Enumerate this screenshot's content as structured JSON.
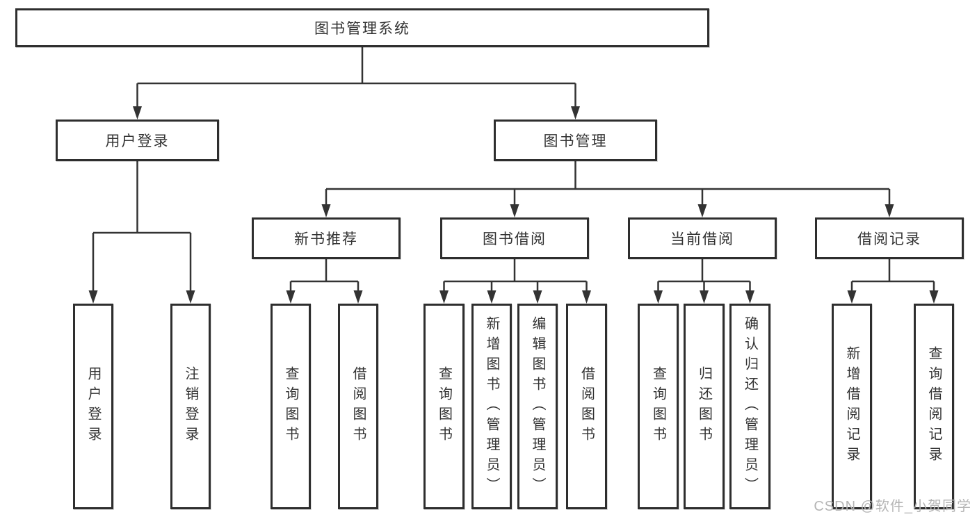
{
  "diagram": {
    "root": {
      "label": "图书管理系统"
    },
    "branches": [
      {
        "label": "用户登录",
        "children": [
          {
            "label": "用户登录"
          },
          {
            "label": "注销登录"
          }
        ]
      },
      {
        "label": "图书管理",
        "children": [
          {
            "label": "新书推荐",
            "children": [
              {
                "label": "查询图书"
              },
              {
                "label": "借阅图书"
              }
            ]
          },
          {
            "label": "图书借阅",
            "children": [
              {
                "label": "查询图书"
              },
              {
                "label": "新增图书（管理员）"
              },
              {
                "label": "编辑图书（管理员）"
              },
              {
                "label": "借阅图书"
              }
            ]
          },
          {
            "label": "当前借阅",
            "children": [
              {
                "label": "查询图书"
              },
              {
                "label": "归还图书"
              },
              {
                "label": "确认归还（管理员）"
              }
            ]
          },
          {
            "label": "借阅记录",
            "children": [
              {
                "label": "新增借阅记录"
              },
              {
                "label": "查询借阅记录"
              }
            ]
          }
        ]
      }
    ]
  },
  "watermark": {
    "text": "CSDN @软件_小贺同学"
  },
  "colors": {
    "line": "#333333",
    "box_border": "#2e2e2e",
    "text": "#333333",
    "background": "#ffffff",
    "watermark": "#b5b5b5"
  }
}
